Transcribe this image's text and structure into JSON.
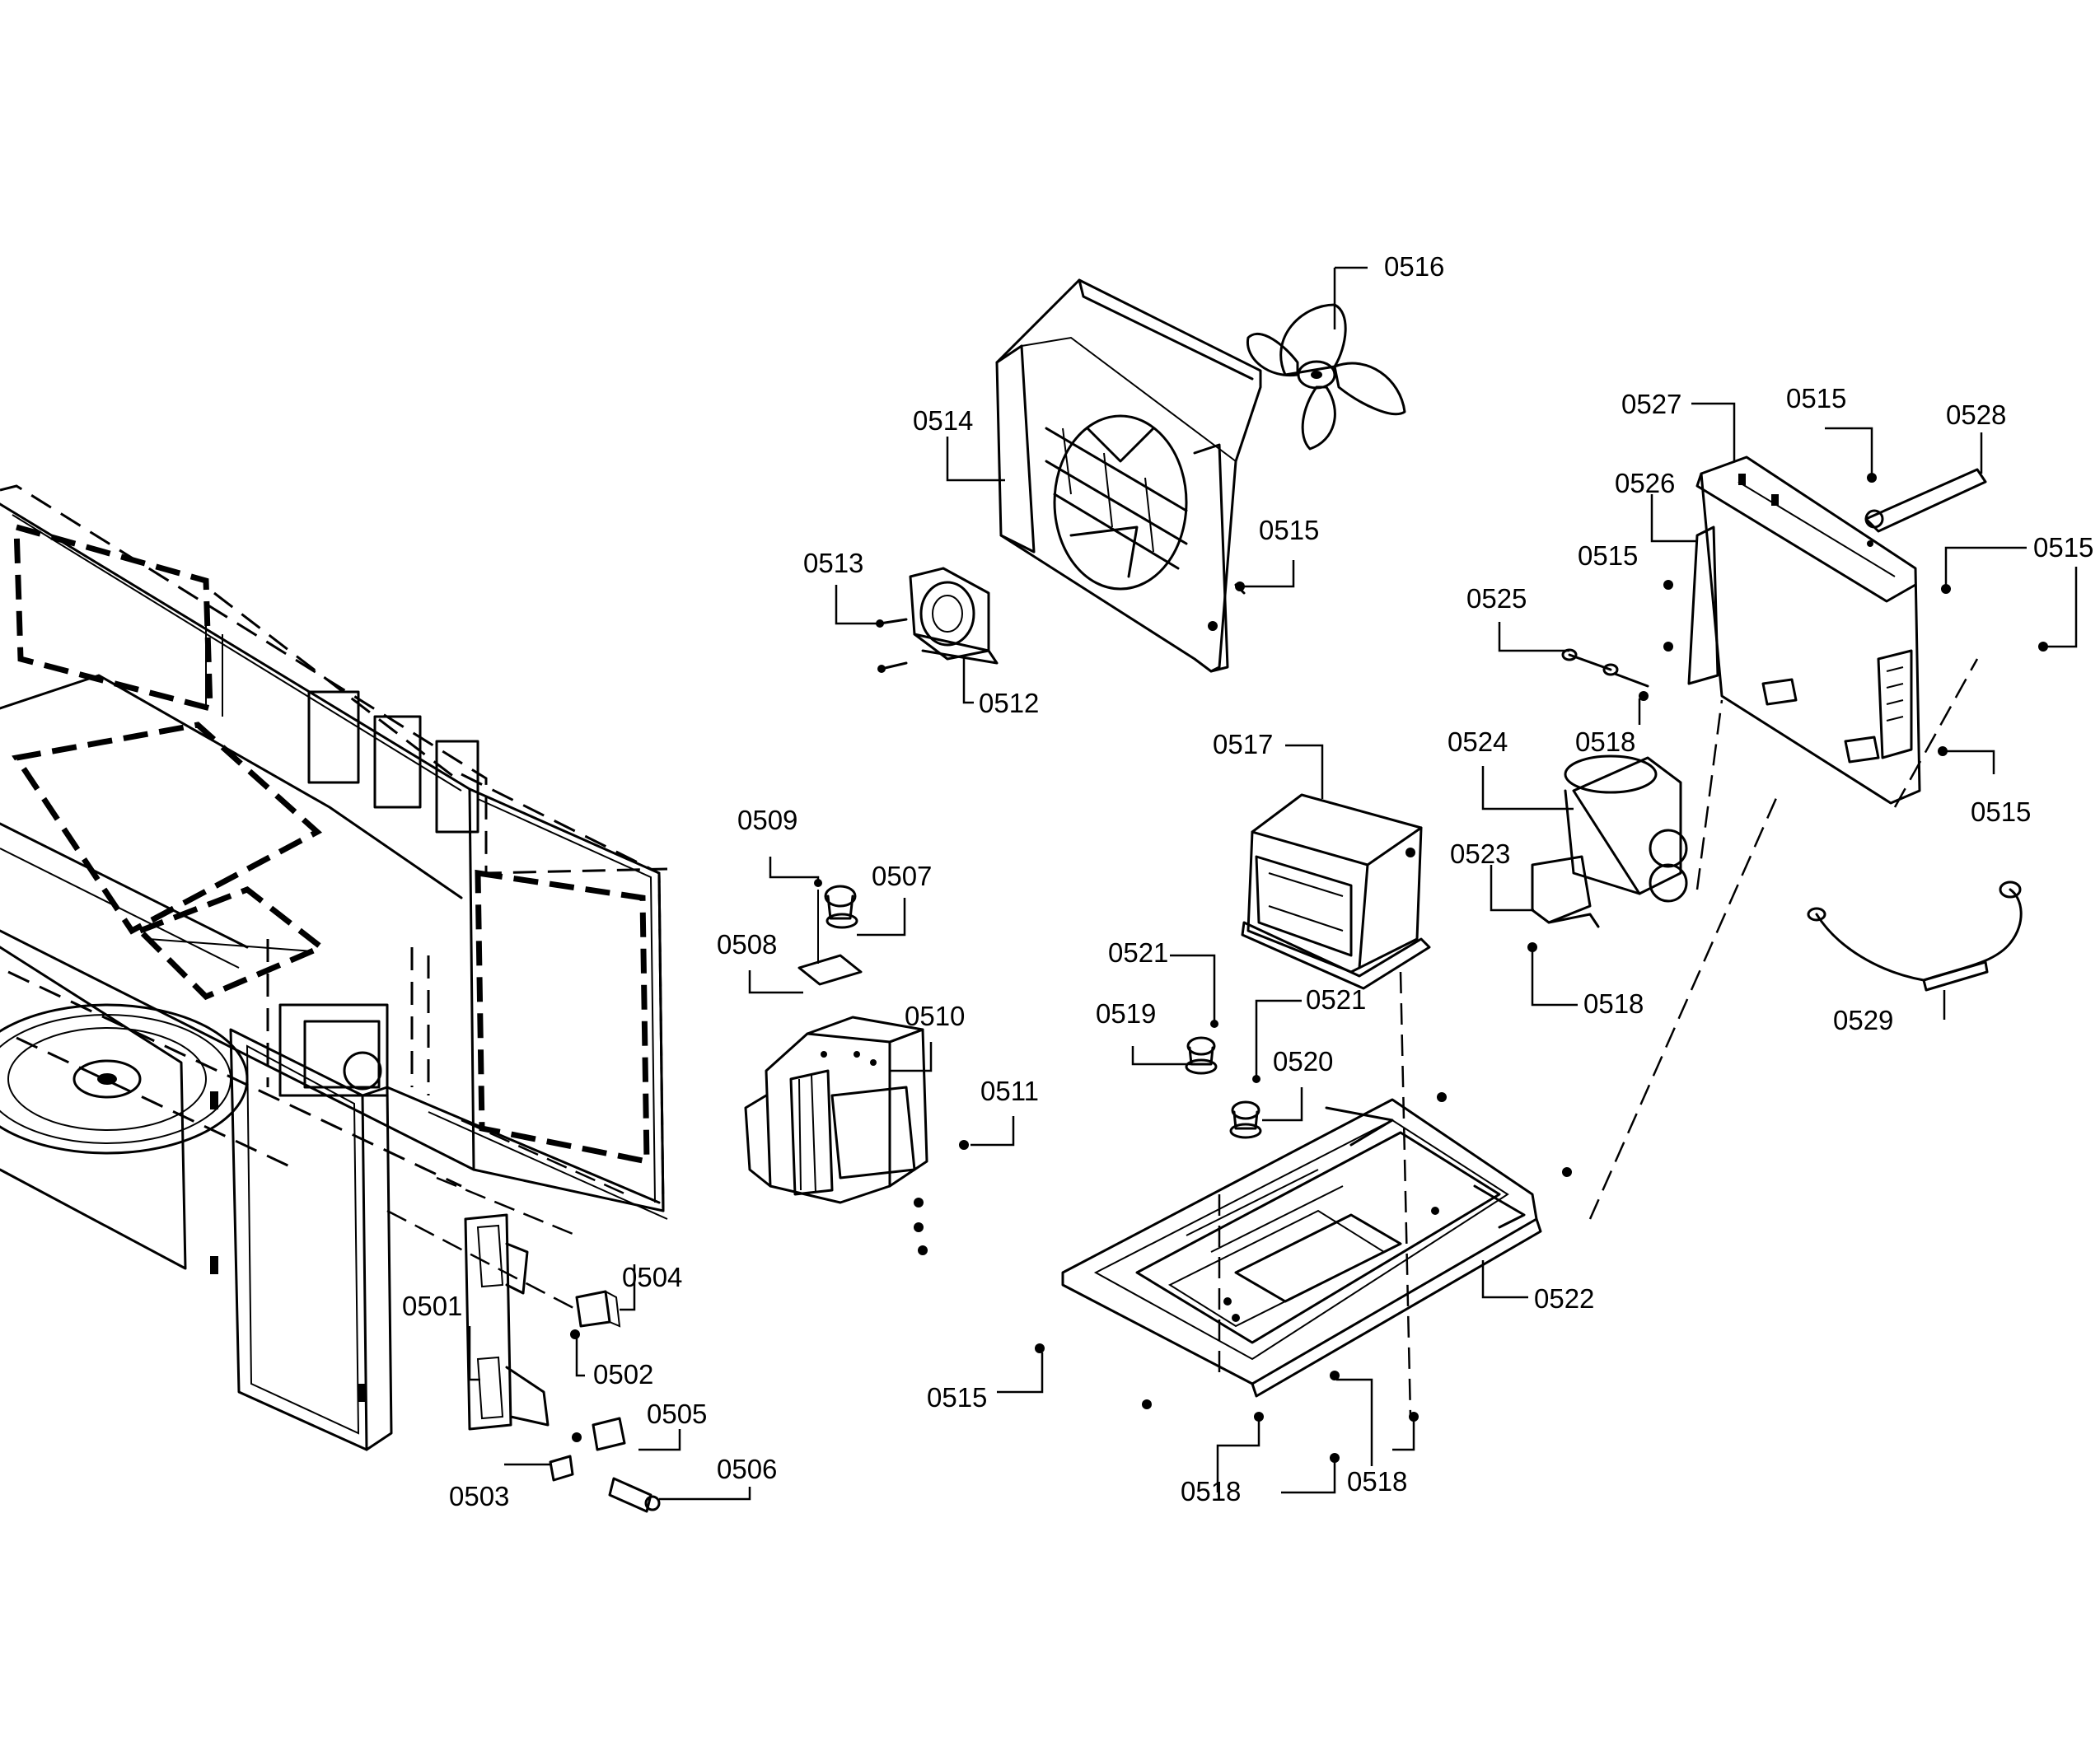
{
  "callouts": [
    {
      "id": "c0501",
      "text": "0501"
    },
    {
      "id": "c0502",
      "text": "0502"
    },
    {
      "id": "c0503",
      "text": "0503"
    },
    {
      "id": "c0504",
      "text": "0504"
    },
    {
      "id": "c0505",
      "text": "0505"
    },
    {
      "id": "c0506",
      "text": "0506"
    },
    {
      "id": "c0507",
      "text": "0507"
    },
    {
      "id": "c0508",
      "text": "0508"
    },
    {
      "id": "c0509",
      "text": "0509"
    },
    {
      "id": "c0510",
      "text": "0510"
    },
    {
      "id": "c0511",
      "text": "0511"
    },
    {
      "id": "c0512",
      "text": "0512"
    },
    {
      "id": "c0513",
      "text": "0513"
    },
    {
      "id": "c0514",
      "text": "0514"
    },
    {
      "id": "c0515a",
      "text": "0515"
    },
    {
      "id": "c0515b",
      "text": "0515"
    },
    {
      "id": "c0515c",
      "text": "0515"
    },
    {
      "id": "c0515d",
      "text": "0515"
    },
    {
      "id": "c0515e",
      "text": "0515"
    },
    {
      "id": "c0515f",
      "text": "0515"
    },
    {
      "id": "c0516",
      "text": "0516"
    },
    {
      "id": "c0517",
      "text": "0517"
    },
    {
      "id": "c0518a",
      "text": "0518"
    },
    {
      "id": "c0518b",
      "text": "0518"
    },
    {
      "id": "c0518c",
      "text": "0518"
    },
    {
      "id": "c0518d",
      "text": "0518"
    },
    {
      "id": "c0519",
      "text": "0519"
    },
    {
      "id": "c0520",
      "text": "0520"
    },
    {
      "id": "c0521a",
      "text": "0521"
    },
    {
      "id": "c0521b",
      "text": "0521"
    },
    {
      "id": "c0522",
      "text": "0522"
    },
    {
      "id": "c0523",
      "text": "0523"
    },
    {
      "id": "c0524",
      "text": "0524"
    },
    {
      "id": "c0525",
      "text": "0525"
    },
    {
      "id": "c0526",
      "text": "0526"
    },
    {
      "id": "c0527",
      "text": "0527"
    },
    {
      "id": "c0528",
      "text": "0528"
    },
    {
      "id": "c0529",
      "text": "0529"
    }
  ]
}
